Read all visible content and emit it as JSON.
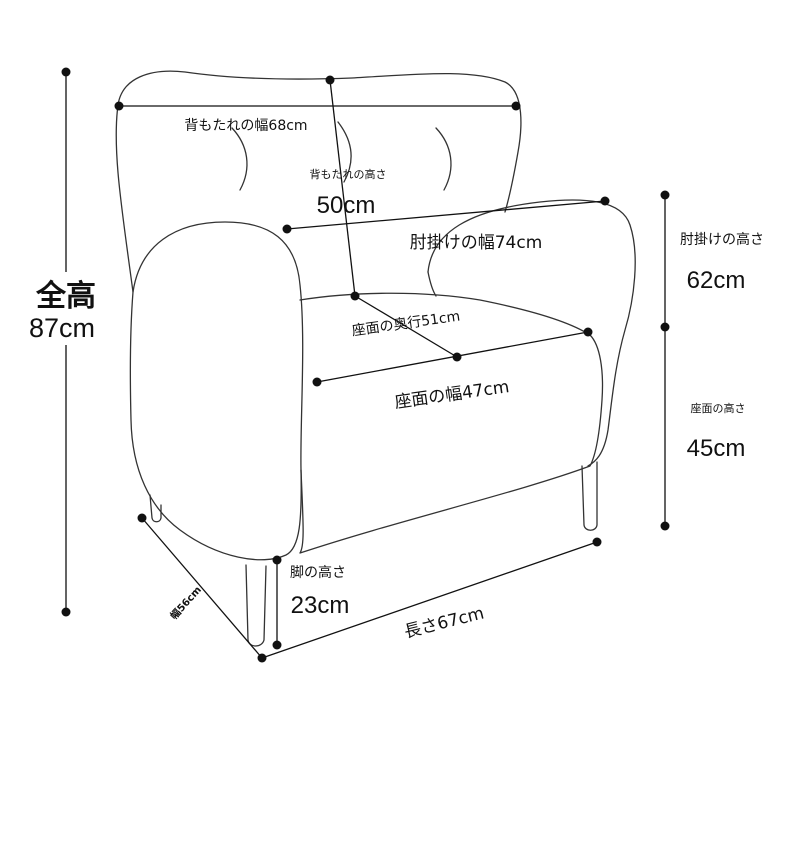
{
  "labels": {
    "total_height_title": "全高",
    "total_height_value": "87cm",
    "back_width": "背もたれの幅68cm",
    "back_height_title": "背もたれの高さ",
    "back_height_value": "50cm",
    "arm_width": "肘掛けの幅74cm",
    "arm_height_title": "肘掛けの高さ",
    "arm_height_value": "62cm",
    "seat_depth": "座面の奥行51cm",
    "seat_width": "座面の幅47cm",
    "seat_height_title": "座面の高さ",
    "seat_height_value": "45cm",
    "leg_height_title": "脚の高さ",
    "leg_height_value": "23cm",
    "length": "長さ67cm",
    "width": "幅56cm"
  },
  "colors": {
    "line": "#111111",
    "sketch": "#333333"
  }
}
